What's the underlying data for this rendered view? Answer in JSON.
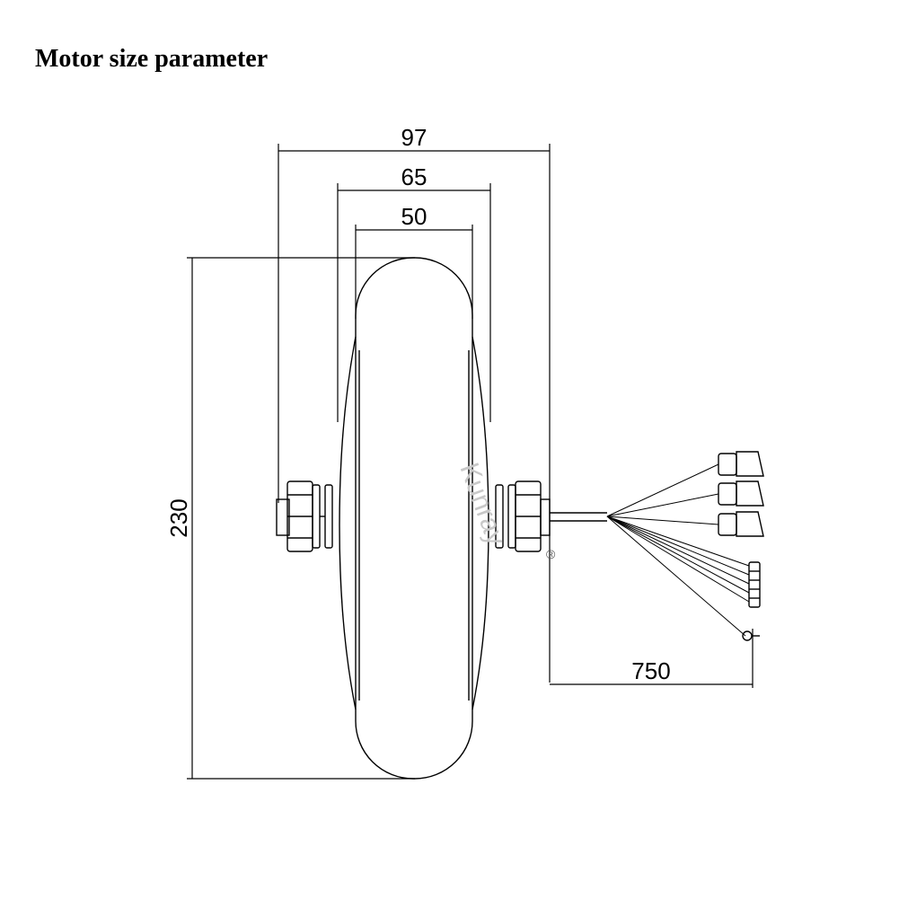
{
  "title": "Motor size parameter",
  "watermark": "Kunray",
  "registered_mark": "®",
  "dimensions": {
    "overall_width": "97",
    "rim_width": "65",
    "tire_width": "50",
    "diameter": "230",
    "cable_length": "750"
  },
  "colors": {
    "line": "#000000",
    "background": "#ffffff",
    "watermark": "#c8c8c8"
  }
}
